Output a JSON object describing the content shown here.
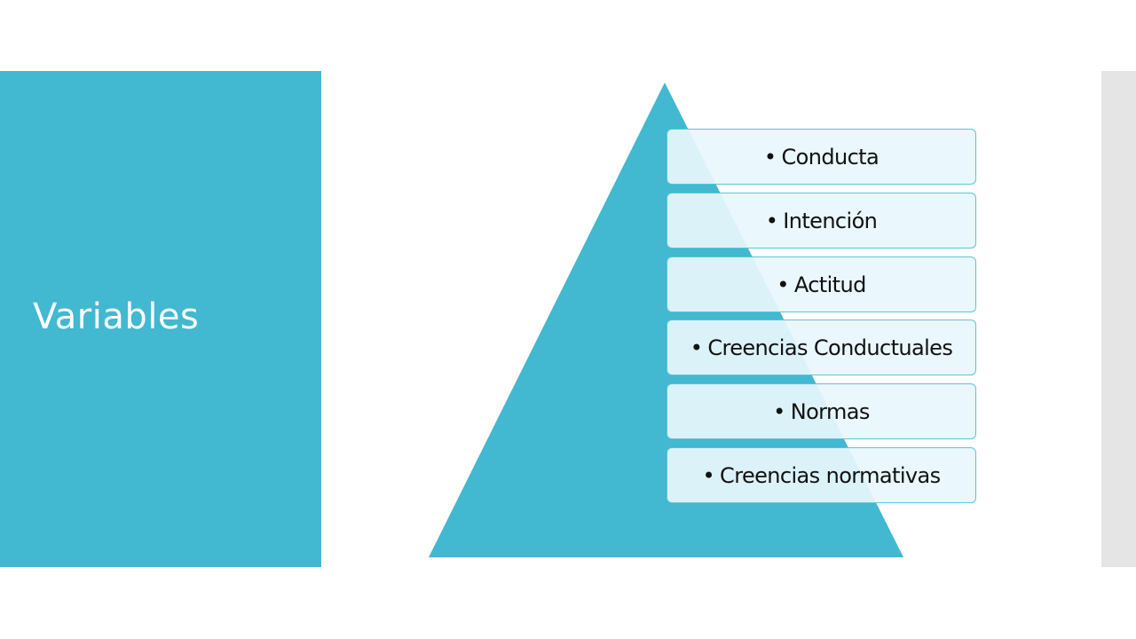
{
  "slide": {
    "title": "Variables",
    "accent_color": "#42b8d1",
    "side_strip_color": "#e5e5e5"
  },
  "pyramid": {
    "bullet": "•",
    "levels": [
      {
        "label": "Conducta"
      },
      {
        "label": "Intención"
      },
      {
        "label": "Actitud"
      },
      {
        "label": "Creencias Conductuales"
      },
      {
        "label": "Normas"
      },
      {
        "label": "Creencias normativas"
      }
    ]
  }
}
